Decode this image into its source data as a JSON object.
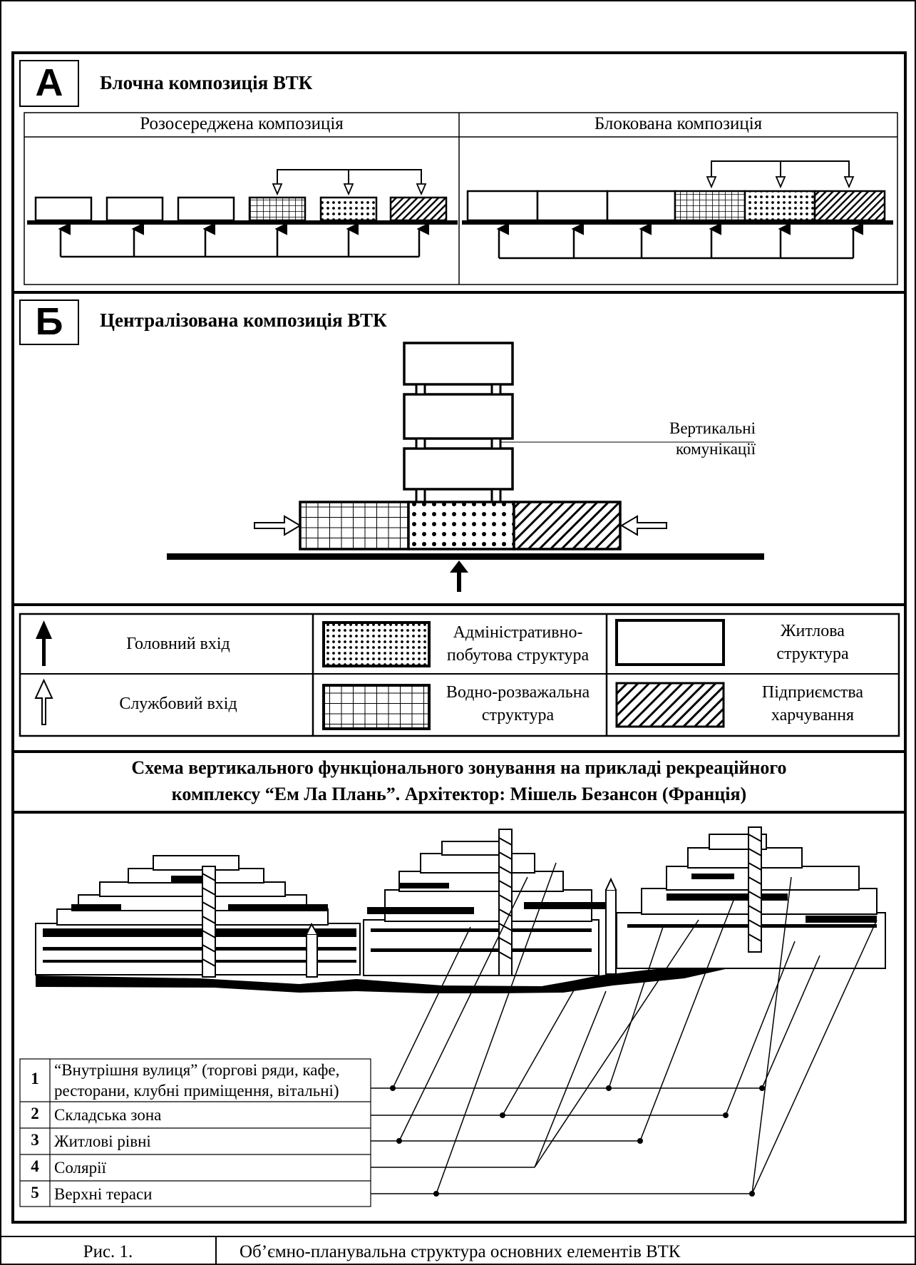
{
  "section_a": {
    "letter": "А",
    "title": "Блочна композиція ВТК",
    "left_heading": "Розосереджена композиція",
    "right_heading": "Блокована композиція"
  },
  "section_b": {
    "letter": "Б",
    "title": "Централізована композиція ВТК",
    "callout_line1": "Вертикальні",
    "callout_line2": "комунікації"
  },
  "legend": {
    "main_entrance": "Головний вхід",
    "service_entrance": "Службовий вхід",
    "admin_line1": "Адміністративно-",
    "admin_line2": "побутова структура",
    "water_line1": "Водно-розважальна",
    "water_line2": "структура",
    "housing_line1": "Житлова",
    "housing_line2": "структура",
    "food_line1": "Підприємства",
    "food_line2": "харчування"
  },
  "scheme": {
    "title_line1": "Схема вертикального функціонального зонування на прикладі рекреаційного",
    "title_line2": "комплексу “Ем Ла Плань”. Архітектор:  Мішель Безансон (Франція)",
    "zones": [
      {
        "num": "1",
        "line1": "“Внутрішня вулиця” (торгові ряди, кафе,",
        "line2": "ресторани, клубні приміщення, вітальні)"
      },
      {
        "num": "2",
        "line1": "Складська зона"
      },
      {
        "num": "3",
        "line1": "Житлові рівні"
      },
      {
        "num": "4",
        "line1": "Солярії"
      },
      {
        "num": "5",
        "line1": "Верхні тераси"
      }
    ]
  },
  "caption": {
    "label": "Рис. 1.",
    "text": "Об’ємно-планувальна структура основних елементів ВТК"
  }
}
